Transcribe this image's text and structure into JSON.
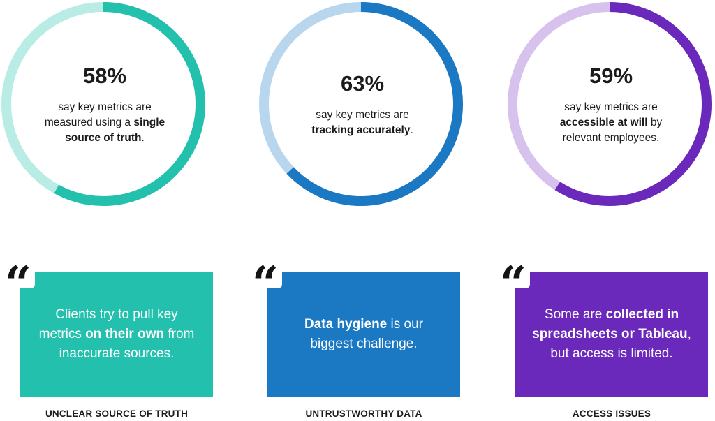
{
  "stats": [
    {
      "percent": "58%",
      "value": 58,
      "line1": "say key metrics are",
      "line2_pre": "measured using a ",
      "line2_bold": "single",
      "line3_bold": "source of truth",
      "line3_post": ".",
      "color": "#23c1ad",
      "track_color": "#b8ece4"
    },
    {
      "percent": "63%",
      "value": 63,
      "line1": "say key metrics are",
      "line2_bold": "tracking accurately",
      "line2_post": ".",
      "color": "#1a79c2",
      "track_color": "#b9d6ef"
    },
    {
      "percent": "59%",
      "value": 59,
      "line1": "say key metrics are",
      "line2_bold": "accessible at will",
      "line2_post": " by",
      "line3": "relevant employees.",
      "color": "#6a29bb",
      "track_color": "#d7c2ee"
    }
  ],
  "quotes": [
    {
      "mark": "“",
      "pre": "Clients try to pull key metrics ",
      "bold": "on their own",
      "post": " from inaccurate sources.",
      "caption": "UNCLEAR SOURCE OF TRUTH",
      "color": "#23c1ad"
    },
    {
      "mark": "“",
      "pre": "",
      "bold": "Data hygiene",
      "post": " is our biggest challenge.",
      "caption": "UNTRUSTWORTHY DATA",
      "color": "#1a79c2"
    },
    {
      "mark": "“",
      "pre": "Some are ",
      "bold": "collected in spreadsheets or Tableau",
      "post": ", but access is limited.",
      "caption": "ACCESS ISSUES",
      "color": "#6a29bb"
    }
  ]
}
